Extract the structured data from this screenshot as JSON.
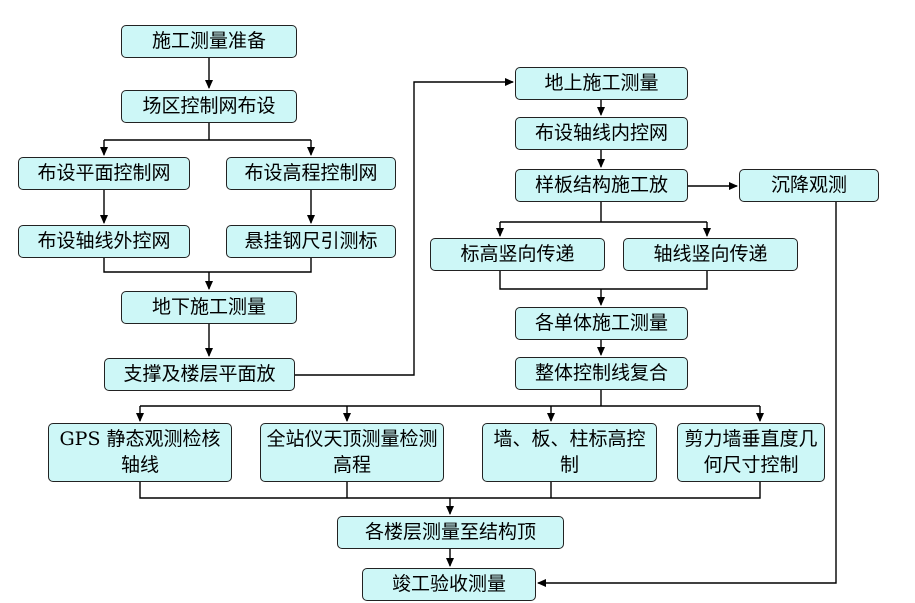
{
  "nodes": {
    "prep": "施工测量准备",
    "site_net": "场区控制网布设",
    "plane_net": "布设平面控制网",
    "elev_net": "布设高程控制网",
    "axis_outer": "布设轴线外控网",
    "steel_ruler": "悬挂钢尺引测标",
    "underground": "地下施工测量",
    "support_floor": "支撑及楼层平面放",
    "above_ground": "地上施工测量",
    "axis_inner": "布设轴线内控网",
    "sample_board": "样板结构施工放",
    "settlement": "沉降观测",
    "elev_vertical": "标高竖向传递",
    "axis_vertical": "轴线竖向传递",
    "unit_measure": "各单体施工测量",
    "overall_check": "整体控制线复合",
    "gps_check": "GPS 静态观测检核轴线",
    "total_station": "全站仪天顶测量检测高程",
    "wall_board": "墙、板、柱标高控制",
    "shear_wall": "剪力墙垂直度几何尺寸控制",
    "floor_to_top": "各楼层测量至结构顶",
    "completion": "竣工验收测量"
  }
}
